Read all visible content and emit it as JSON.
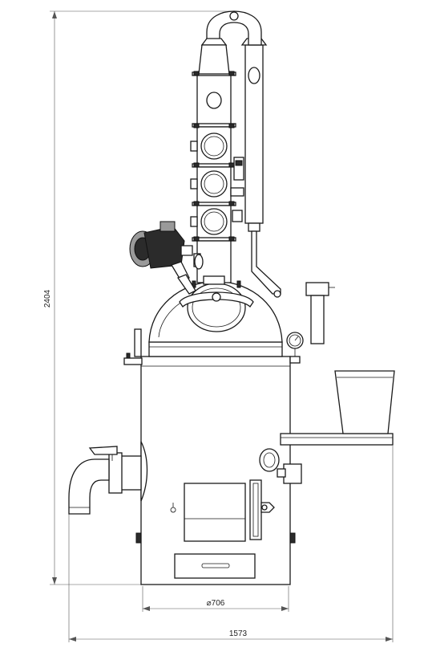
{
  "dimensions": {
    "height_label": "2404",
    "diameter_label": "⌀706",
    "width_label": "1573"
  }
}
